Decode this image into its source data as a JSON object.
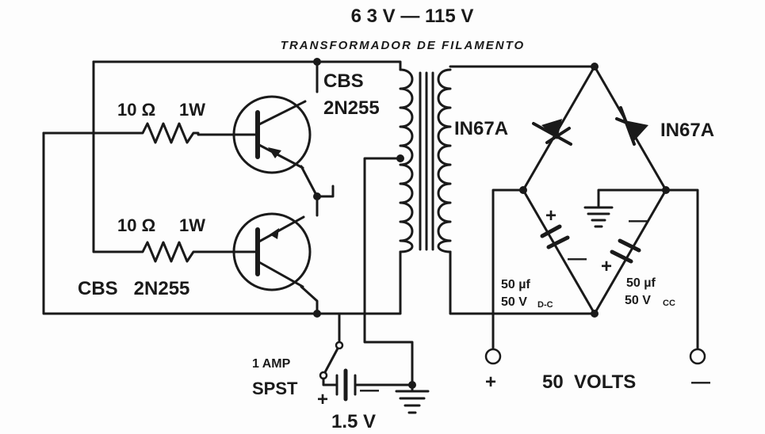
{
  "title": "6 3 V — 115 V",
  "subtitle": "TRANSFORMADOR DE FILAMENTO",
  "transistor_top": {
    "maker": "CBS",
    "part": "2N255"
  },
  "transistor_bottom": {
    "label": "CBS   2N255"
  },
  "resistor_top": {
    "value": "10 Ω",
    "power": "1W"
  },
  "resistor_bottom": {
    "value": "10 Ω",
    "power": "1W"
  },
  "diode_left": {
    "label": "IN67A"
  },
  "diode_right": {
    "label": "IN67A"
  },
  "cap_left": {
    "plus": "+",
    "minus": "—",
    "value": "50 µf",
    "voltage": "50 V",
    "voltage_suffix": "D-C"
  },
  "cap_right": {
    "plus": "+",
    "minus": "—",
    "value": "50 µf",
    "voltage": "50 V",
    "voltage_suffix": "CC"
  },
  "switch": {
    "rating": "1 AMP",
    "type": "SPST"
  },
  "battery": {
    "plus": "+",
    "minus": "—",
    "voltage": "1.5 V"
  },
  "output": {
    "plus": "+",
    "label": "50  VOLTS",
    "minus": "—"
  }
}
